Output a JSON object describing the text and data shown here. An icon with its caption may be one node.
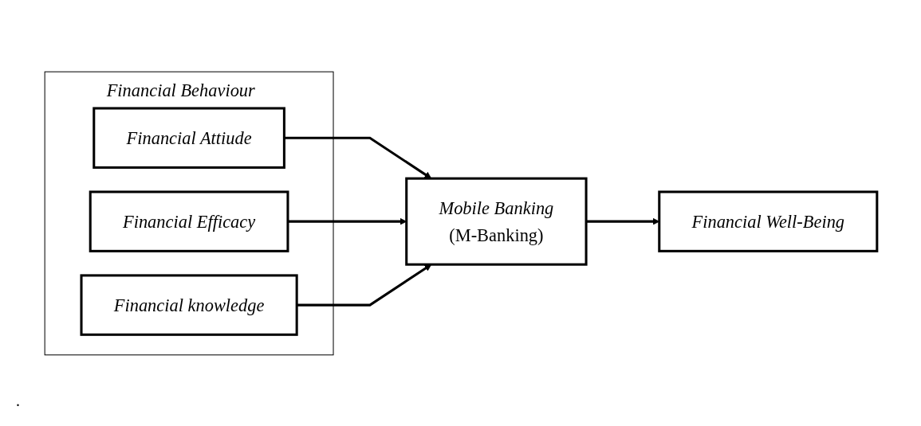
{
  "diagram": {
    "nodes": [
      {
        "text": [
          "Financial Behaviour"
        ]
      },
      {
        "text": [
          "Financial Attiude"
        ],
        "in": 0
      },
      {
        "text": [
          "Financial Efficacy"
        ],
        "in": 0
      },
      {
        "text": [
          "Financial knowledge"
        ],
        "in": 0
      },
      {
        "text": [
          "Mobile Banking",
          "(M-Banking)"
        ]
      },
      {
        "text": [
          "Financial Well-Being"
        ]
      }
    ],
    "edges": [
      {
        "from": 1,
        "to": 4,
        "arrow": "to"
      },
      {
        "from": 2,
        "to": 4,
        "arrow": "to"
      },
      {
        "from": 3,
        "to": 4,
        "arrow": "to"
      },
      {
        "from": 4,
        "to": 5,
        "arrow": "to"
      }
    ],
    "labels": [
      "."
    ]
  }
}
